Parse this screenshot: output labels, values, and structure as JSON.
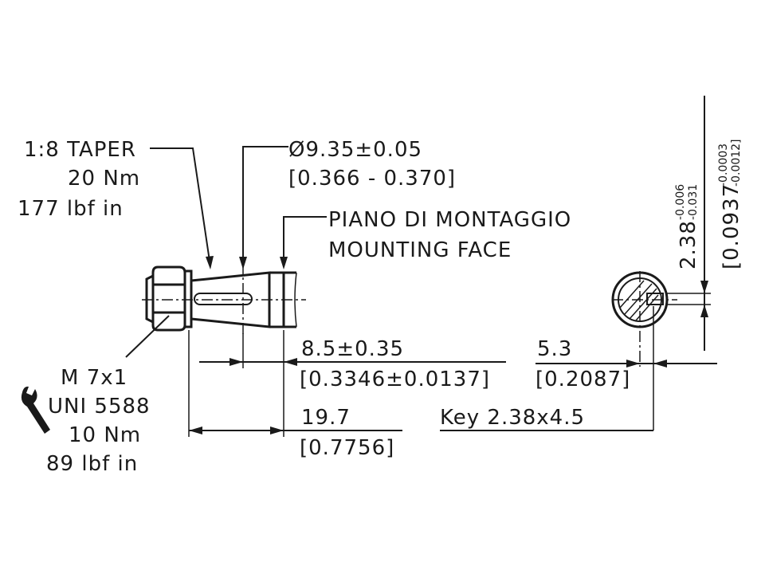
{
  "labels": {
    "taper": "1:8 TAPER",
    "taper_torque_nm": "20 Nm",
    "taper_torque_lbf": "177 lbf in",
    "diameter_mm": "Ø9.35±0.05",
    "diameter_in": "[0.366 - 0.370]",
    "mount_it": "PIANO DI MONTAGGIO",
    "mount_en": "MOUNTING FACE",
    "thread": "M 7x1",
    "thread_std": "UNI 5588",
    "nut_torque_nm": "10 Nm",
    "nut_torque_lbf": "89 lbf in",
    "dim_taper_len_mm": "8.5±0.35",
    "dim_taper_len_in": "[0.3346±0.0137]",
    "dim_total_mm": "19.7",
    "dim_total_in": "[0.7756]",
    "dim_key_pos_mm": "5.3",
    "dim_key_pos_in": "[0.2087]",
    "key": "Key 2.38x4.5",
    "key_width_base_mm": "2.38",
    "key_width_tol_upper_mm": "-0.006",
    "key_width_tol_lower_mm": "-0.031",
    "key_width_base_in": "[0.0937",
    "key_width_tol_upper_in": "-0.0003",
    "key_width_tol_lower_in": "-0.0012]"
  },
  "icons": {
    "wrench": "wrench-icon"
  }
}
